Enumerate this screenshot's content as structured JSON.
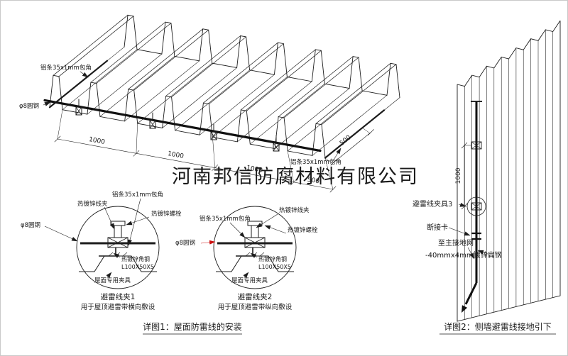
{
  "watermark": {
    "text": "河南邦信防腐材料有限公司"
  },
  "colors": {
    "ink": "#1c1c1c",
    "red": "#cc1111",
    "watermark": "#b9b9b9"
  },
  "roof_plan": {
    "label_cap_strip_left": "铝条35x1mm包角",
    "label_cap_strip_right": "铝条35x1mm包角",
    "label_round_steel": "φ8圆钢",
    "dim_1": "1000",
    "dim_2": "1000",
    "dim_3": "1000",
    "dim_4": "500",
    "dim_side": "500"
  },
  "detail_1": {
    "label_wire_clip": "热镀锌线夹",
    "label_cap_strip": "铝条35x1mm包角",
    "label_bolt": "热镀锌螺栓",
    "label_round_steel": "φ8圆钢",
    "label_angle_steel": "热镀锌角钢",
    "label_angle_spec": "L100X50X5",
    "label_roof_fixture": "屋面专用夹具",
    "title": "避雷线夹1",
    "subtitle": "用于屋顶避雷带横向敷设"
  },
  "detail_2": {
    "label_wire_clip": "热镀锌线夹",
    "label_cap_strip": "铝条35x1mm包角",
    "label_bolt": "热镀锌螺栓",
    "label_round_steel": "φ8圆钢",
    "label_angle_steel": "热镀锌角钢",
    "label_angle_spec": "L100X50X5",
    "label_roof_fixture": "屋面专用夹具",
    "title": "避雷线夹2",
    "subtitle": "用于屋顶避雷带纵向敷设"
  },
  "wall_detail": {
    "label_clamp": "避雷线夹具3",
    "label_disconnect": "断接卡",
    "label_to_ground": "至主接地网",
    "label_flat_steel": "-40mmx4mm镀锌扁钢",
    "dim_vertical": "1000"
  },
  "captions": {
    "figure_1": "详图1：屋面防雷线的安装",
    "figure_2": "详图2：侧墙避雷线接地引下"
  }
}
